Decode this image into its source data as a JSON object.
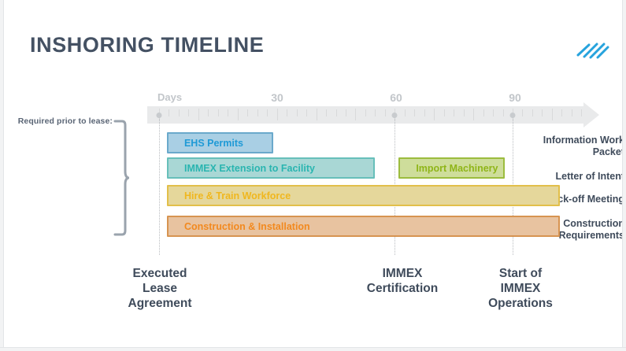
{
  "page": {
    "title": "INSHORING TIMELINE",
    "background": "#ffffff",
    "title_color": "#445163",
    "logo_name": "company-logo-diagonal-strokes",
    "logo_color": "#27a3dd"
  },
  "axis": {
    "days_label": "Days",
    "tick_labels": [
      "30",
      "60",
      "90"
    ],
    "tick_label_values": [
      30,
      60,
      90
    ],
    "label_color": "#c2c6ca",
    "bar_color": "#e9eaeb",
    "range_days": [
      0,
      110
    ]
  },
  "left_panel": {
    "note": "Required prior to lease:",
    "items": [
      {
        "label_line1": "Information Work",
        "label_line2": "Packet"
      },
      {
        "label_line1": "Letter of Intent",
        "label_line2": ""
      },
      {
        "label_line1": "Kick-off Meeting",
        "label_line2": ""
      },
      {
        "label_line1": "Construction",
        "label_line2": "Requirements"
      }
    ],
    "brace_color": "#9aa3ad"
  },
  "milestones": [
    {
      "day": 0,
      "caption": "Executed Lease Agreement",
      "lines": [
        "Executed",
        "Lease",
        "Agreement"
      ]
    },
    {
      "day": 60,
      "caption": "IMMEX Certification",
      "lines": [
        "IMMEX",
        "Certification"
      ]
    },
    {
      "day": 90,
      "caption": "Start of IMMEX Operations",
      "lines": [
        "Start of",
        "IMMEX",
        "Operations"
      ]
    }
  ],
  "chart_data": {
    "type": "bar",
    "title": "INSHORING TIMELINE",
    "xlabel": "Days",
    "ylabel": "",
    "xlim": [
      0,
      110
    ],
    "grid": false,
    "orientation": "horizontal-gantt",
    "xticks": [
      30,
      60,
      90
    ],
    "tasks": [
      {
        "name": "EHS Permits",
        "start_day": 2,
        "end_day": 29,
        "fill": "#a9cfe4",
        "border": "#6aa9cb",
        "text_color": "#1f9ad6"
      },
      {
        "name": "IMMEX Extension to Facility",
        "start_day": 2,
        "end_day": 55,
        "fill": "#a9d7d5",
        "border": "#67bfba",
        "text_color": "#2ab5b0"
      },
      {
        "name": "Import Machinery",
        "start_day": 61,
        "end_day": 88,
        "fill": "#cedd9b",
        "border": "#9cbc3e",
        "text_color": "#8fb519"
      },
      {
        "name": "Hire & Train Workforce",
        "start_day": 2,
        "end_day": 102,
        "fill": "#e5d79b",
        "border": "#e2bf4a",
        "text_color": "#f0b71e"
      },
      {
        "name": "Construction & Installation",
        "start_day": 2,
        "end_day": 102,
        "fill": "#e8c3a0",
        "border": "#d79451",
        "text_color": "#f2891f"
      }
    ]
  }
}
